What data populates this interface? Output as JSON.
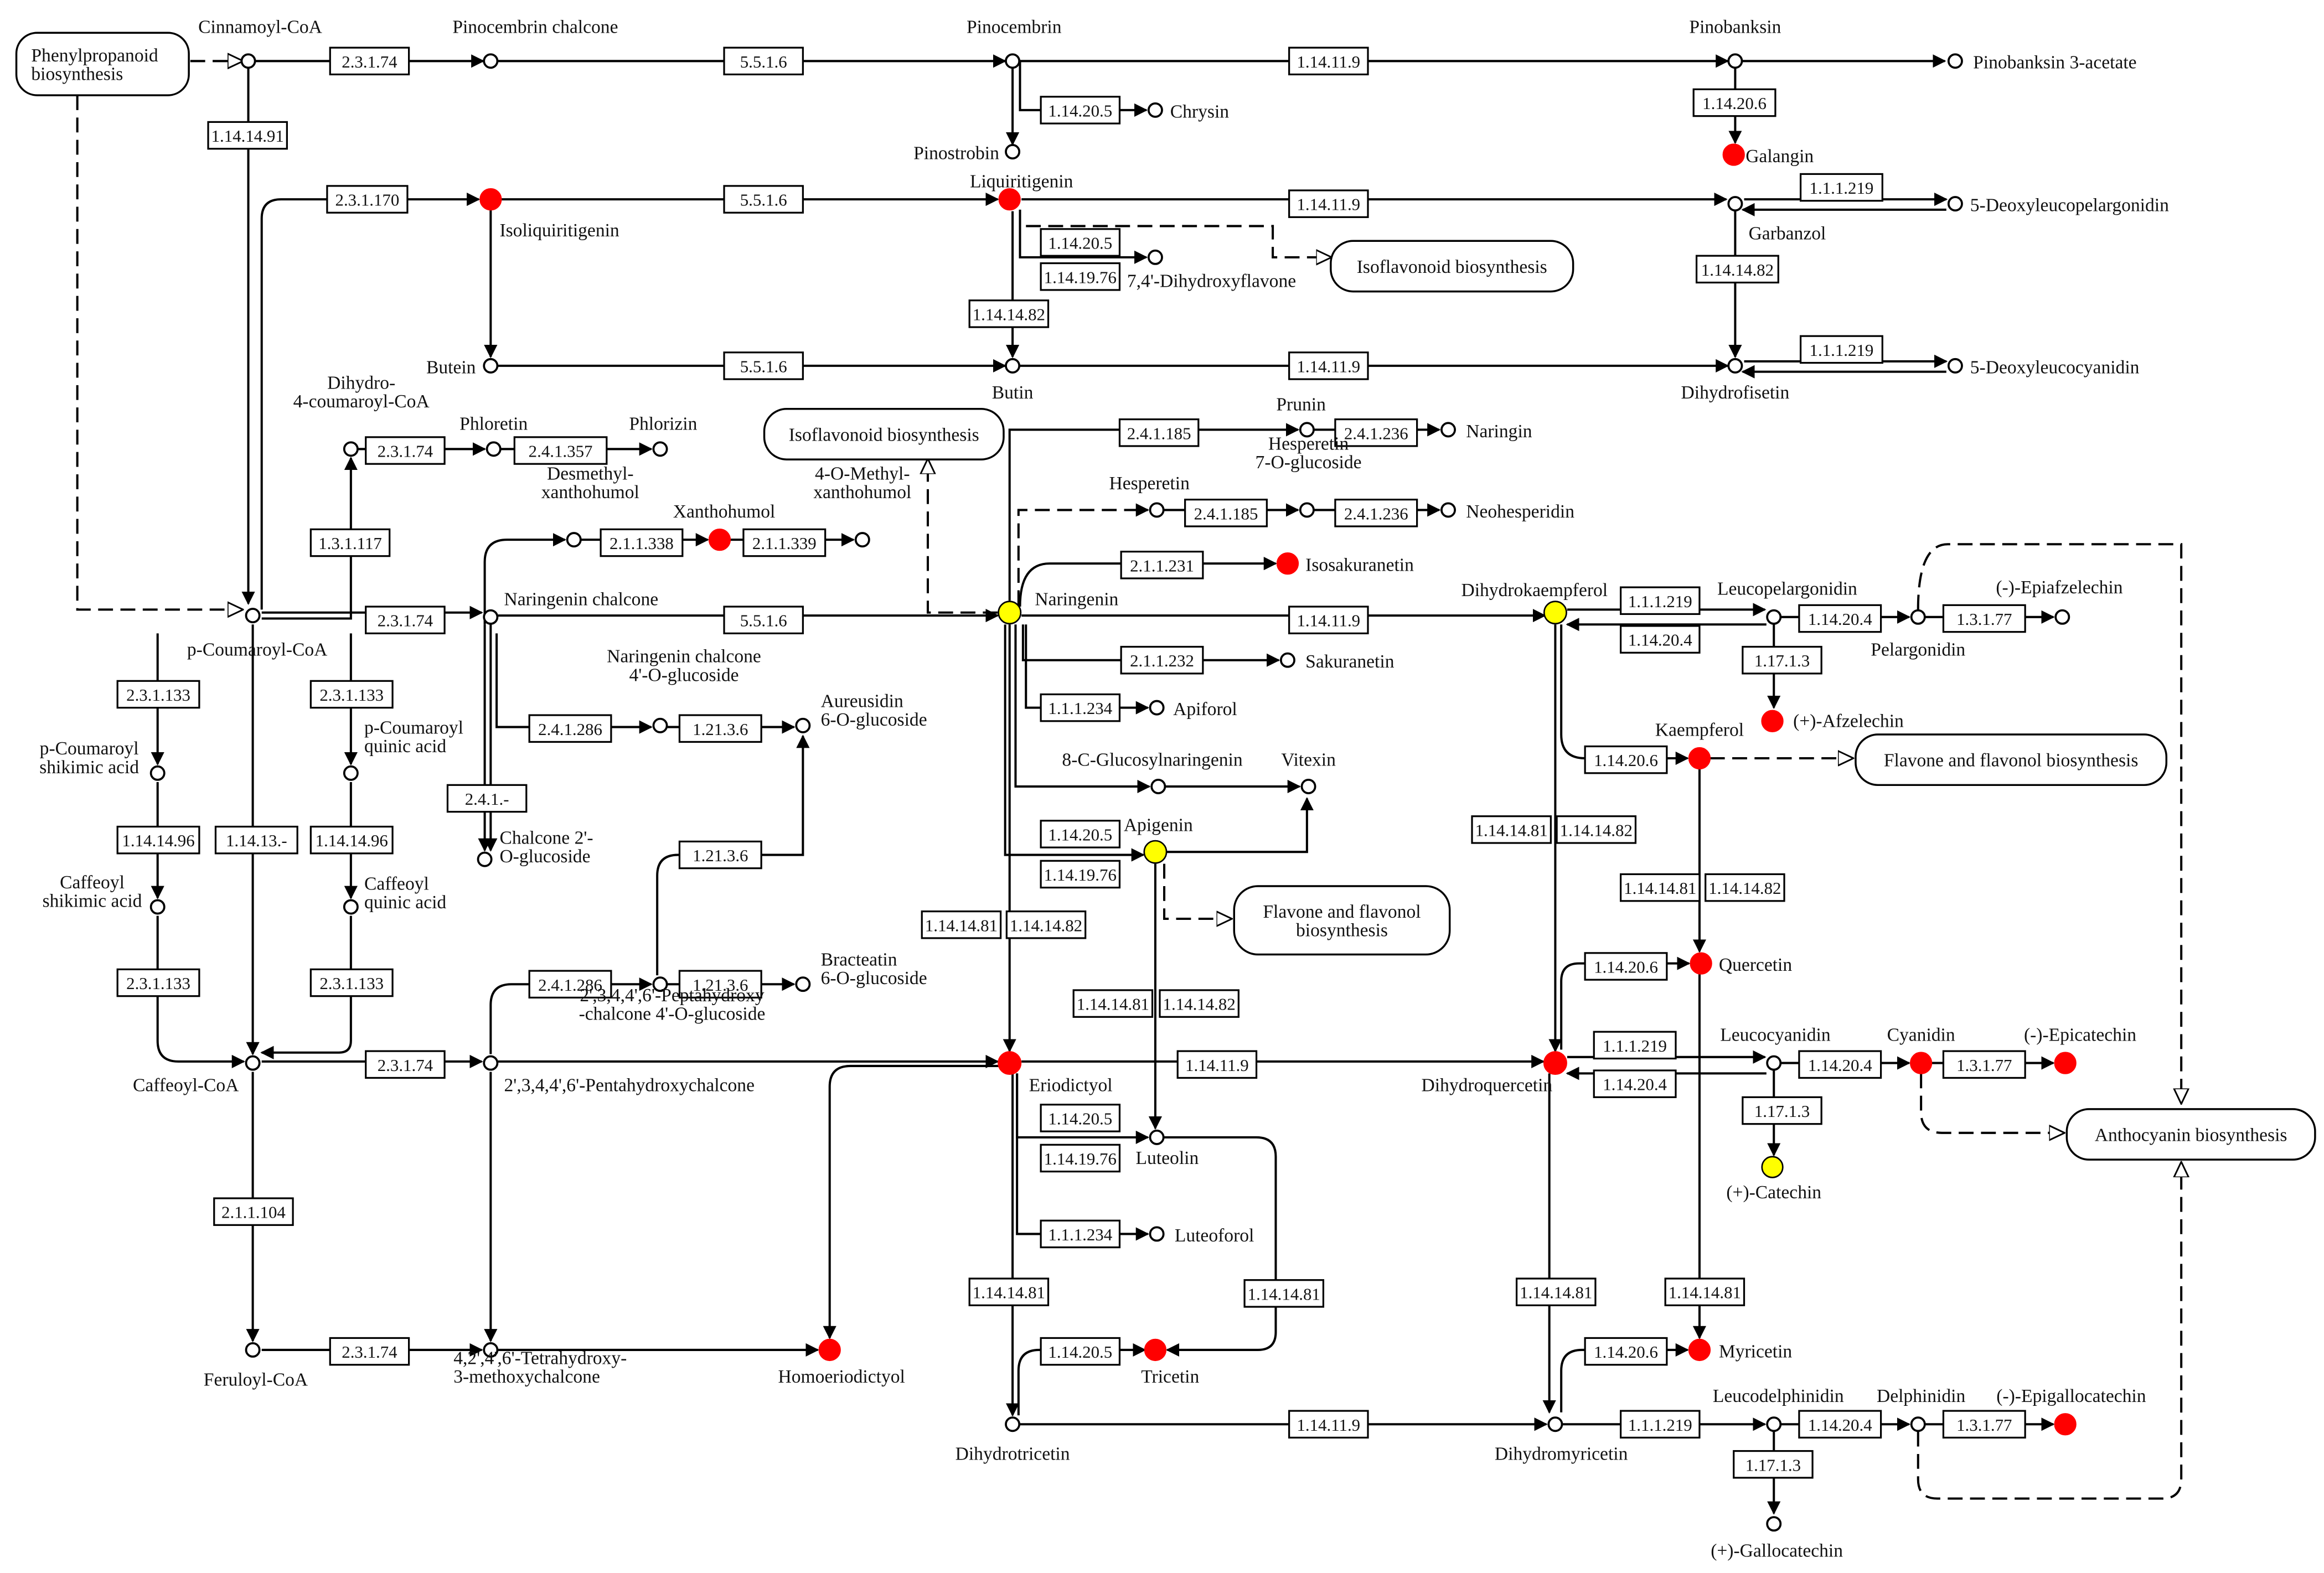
{
  "colors": {
    "background": "#ffffff",
    "line": "#000000",
    "hit_red": "#ff0000",
    "hit_yellow": "#ffff00",
    "open_node": "#ffffff"
  },
  "pathways": [
    {
      "id": "pw_phenyl",
      "text": "Phenylpropanoid\nbiosynthesis"
    },
    {
      "id": "pw_iso1",
      "text": "Isoflavonoid biosynthesis"
    },
    {
      "id": "pw_iso2",
      "text": "Isoflavonoid biosynthesis"
    },
    {
      "id": "pw_flav1",
      "text": "Flavone and flavonol\nbiosynthesis"
    },
    {
      "id": "pw_flav2",
      "text": "Flavone and flavonol biosynthesis"
    },
    {
      "id": "pw_antho",
      "text": "Anthocyanin biosynthesis"
    }
  ],
  "compounds": [
    {
      "id": "cinnamoyl",
      "label": "Cinnamoyl-CoA",
      "state": "none"
    },
    {
      "id": "pinocembrin_chalcone",
      "label": "Pinocembrin chalcone",
      "state": "none"
    },
    {
      "id": "pinocembrin",
      "label": "Pinocembrin",
      "state": "none"
    },
    {
      "id": "pinobanksin",
      "label": "Pinobanksin",
      "state": "none"
    },
    {
      "id": "pinobanksin_acetate",
      "label": "Pinobanksin 3-acetate",
      "state": "none"
    },
    {
      "id": "chrysin",
      "label": "Chrysin",
      "state": "none"
    },
    {
      "id": "pinostrobin",
      "label": "Pinostrobin",
      "state": "none"
    },
    {
      "id": "galangin",
      "label": "Galangin",
      "state": "red"
    },
    {
      "id": "isoliquiritigenin",
      "label": "Isoliquiritigenin",
      "state": "red"
    },
    {
      "id": "liquiritigenin",
      "label": "Liquiritigenin",
      "state": "red"
    },
    {
      "id": "dihydroxyflavone",
      "label": "7,4'-Dihydroxyflavone",
      "state": "none"
    },
    {
      "id": "garbanzol",
      "label": "Garbanzol",
      "state": "none"
    },
    {
      "id": "deoxyleucopel",
      "label": "5-Deoxyleucopelargonidin",
      "state": "none"
    },
    {
      "id": "butein",
      "label": "Butein",
      "state": "none"
    },
    {
      "id": "butin",
      "label": "Butin",
      "state": "none"
    },
    {
      "id": "dihydrofisetin",
      "label": "Dihydrofisetin",
      "state": "none"
    },
    {
      "id": "deoxyleucocy",
      "label": "5-Deoxyleucocyanidin",
      "state": "none"
    },
    {
      "id": "dihydrocoumaroyl",
      "label": "Dihydro-\n4-coumaroyl-CoA",
      "state": "none"
    },
    {
      "id": "phloretin",
      "label": "Phloretin",
      "state": "none"
    },
    {
      "id": "phlorizin",
      "label": "Phlorizin",
      "state": "none"
    },
    {
      "id": "prunin",
      "label": "Prunin",
      "state": "none"
    },
    {
      "id": "naringin",
      "label": "Naringin",
      "state": "none"
    },
    {
      "id": "hesperetin",
      "label": "Hesperetin",
      "state": "none"
    },
    {
      "id": "hesperetin7g",
      "label": "Hesperetin\n7-O-glucoside",
      "state": "none"
    },
    {
      "id": "neohesperidin",
      "label": "Neohesperidin",
      "state": "none"
    },
    {
      "id": "desmethylxantho",
      "label": "Desmethyl-\nxanthohumol",
      "state": "none"
    },
    {
      "id": "xanthohumol",
      "label": "Xanthohumol",
      "state": "red"
    },
    {
      "id": "omethylxantho",
      "label": "4-O-Methyl-\nxanthohumol",
      "state": "none"
    },
    {
      "id": "isosakuranetin",
      "label": "Isosakuranetin",
      "state": "red"
    },
    {
      "id": "naringenin",
      "label": "Naringenin",
      "state": "yellow"
    },
    {
      "id": "naringenin_chalcone",
      "label": "Naringenin chalcone",
      "state": "none"
    },
    {
      "id": "coumaroylcoa",
      "label": "p-Coumaroyl-CoA",
      "state": "none"
    },
    {
      "id": "sakuranetin",
      "label": "Sakuranetin",
      "state": "none"
    },
    {
      "id": "apiforol",
      "label": "Apiforol",
      "state": "none"
    },
    {
      "id": "dihydrokaempferol",
      "label": "Dihydrokaempferol",
      "state": "yellow"
    },
    {
      "id": "leucopelargonidin",
      "label": "Leucopelargonidin",
      "state": "none"
    },
    {
      "id": "pelargonidin",
      "label": "Pelargonidin",
      "state": "none"
    },
    {
      "id": "epiafzelechin",
      "label": "(-)-Epiafzelechin",
      "state": "none"
    },
    {
      "id": "afzelechin",
      "label": "(+)-Afzelechin",
      "state": "red"
    },
    {
      "id": "kaempferol",
      "label": "Kaempferol",
      "state": "red"
    },
    {
      "id": "coumaroyl_shikimic",
      "label": "p-Coumaroyl\nshikimic acid",
      "state": "none"
    },
    {
      "id": "coumaroyl_quinic",
      "label": "p-Coumaroyl\nquinic acid",
      "state": "none"
    },
    {
      "id": "ncg",
      "label": "Naringenin chalcone\n4'-O-glucoside",
      "state": "none"
    },
    {
      "id": "aureusidin",
      "label": "Aureusidin\n6-O-glucoside",
      "state": "none"
    },
    {
      "id": "glucosylnaringenin",
      "label": "8-C-Glucosylnaringenin",
      "state": "none"
    },
    {
      "id": "vitexin",
      "label": "Vitexin",
      "state": "none"
    },
    {
      "id": "chalcone2",
      "label": "Chalcone 2'-\nO-glucoside",
      "state": "none"
    },
    {
      "id": "apigenin",
      "label": "Apigenin",
      "state": "yellow"
    },
    {
      "id": "caffeoyl_shikimic",
      "label": "Caffeoyl\nshikimic acid",
      "state": "none"
    },
    {
      "id": "caffeoyl_quinic",
      "label": "Caffeoyl\nquinic acid",
      "state": "none"
    },
    {
      "id": "quercetin",
      "label": "Quercetin",
      "state": "red"
    },
    {
      "id": "bracteatin",
      "label": "Bracteatin\n6-O-glucoside",
      "state": "none"
    },
    {
      "id": "peptahydroxy",
      "label": "2',3,4,4',6'-Peptahydroxy\n-chalcone 4'-O-glucoside",
      "state": "none"
    },
    {
      "id": "leucocyanidin",
      "label": "Leucocyanidin",
      "state": "none"
    },
    {
      "id": "cyanidin",
      "label": "Cyanidin",
      "state": "red"
    },
    {
      "id": "epicatechin",
      "label": "(-)-Epicatechin",
      "state": "red"
    },
    {
      "id": "caffeoylcoa",
      "label": "Caffeoyl-CoA",
      "state": "none"
    },
    {
      "id": "pentahydroxy",
      "label": "2',3,4,4',6'-Pentahydroxychalcone",
      "state": "none"
    },
    {
      "id": "eriodictyol",
      "label": "Eriodictyol",
      "state": "red"
    },
    {
      "id": "dihydroquercetin",
      "label": "Dihydroquercetin",
      "state": "red"
    },
    {
      "id": "luteolin",
      "label": "Luteolin",
      "state": "none"
    },
    {
      "id": "catechin",
      "label": "(+)-Catechin",
      "state": "yellow"
    },
    {
      "id": "luteoforol",
      "label": "Luteoforol",
      "state": "none"
    },
    {
      "id": "feruloyl",
      "label": "Feruloyl-CoA",
      "state": "none"
    },
    {
      "id": "tetrahydroxy",
      "label": "4,2',4',6'-Tetrahydroxy-\n3-methoxychalcone",
      "state": "none"
    },
    {
      "id": "homoeriodictyol",
      "label": "Homoeriodictyol",
      "state": "red"
    },
    {
      "id": "tricetin",
      "label": "Tricetin",
      "state": "red"
    },
    {
      "id": "myricetin",
      "label": "Myricetin",
      "state": "red"
    },
    {
      "id": "dihydrotricetin",
      "label": "Dihydrotricetin",
      "state": "none"
    },
    {
      "id": "dihydromyricetin",
      "label": "Dihydromyricetin",
      "state": "none"
    },
    {
      "id": "leucodelphinidin",
      "label": "Leucodelphinidin",
      "state": "none"
    },
    {
      "id": "delphinidin",
      "label": "Delphinidin",
      "state": "none"
    },
    {
      "id": "epigallocatechin",
      "label": "(-)-Epigallocatechin",
      "state": "red"
    },
    {
      "id": "gallocatechin",
      "label": "(+)-Gallocatechin",
      "state": "none"
    }
  ],
  "enzymes": [
    {
      "id": "e1",
      "ec": "2.3.1.74"
    },
    {
      "id": "e2",
      "ec": "5.5.1.6"
    },
    {
      "id": "e3",
      "ec": "1.14.11.9"
    },
    {
      "id": "e4",
      "ec": "1.14.20.5"
    },
    {
      "id": "e5",
      "ec": "1.14.20.6"
    },
    {
      "id": "e6",
      "ec": "1.14.14.91"
    },
    {
      "id": "e7",
      "ec": "2.3.1.170"
    },
    {
      "id": "e8",
      "ec": "5.5.1.6"
    },
    {
      "id": "e9",
      "ec": "1.14.11.9"
    },
    {
      "id": "e10",
      "ec": "1.1.1.219"
    },
    {
      "id": "e11",
      "ec": "1.14.20.5"
    },
    {
      "id": "e12",
      "ec": "1.14.19.76"
    },
    {
      "id": "e13",
      "ec": "1.14.14.82"
    },
    {
      "id": "e14",
      "ec": "1.14.14.82"
    },
    {
      "id": "e15",
      "ec": "5.5.1.6"
    },
    {
      "id": "e16",
      "ec": "1.14.11.9"
    },
    {
      "id": "e17",
      "ec": "1.1.1.219"
    },
    {
      "id": "e18",
      "ec": "2.3.1.74"
    },
    {
      "id": "e19",
      "ec": "2.4.1.357"
    },
    {
      "id": "e20",
      "ec": "2.4.1.185"
    },
    {
      "id": "e21",
      "ec": "2.4.1.236"
    },
    {
      "id": "e22",
      "ec": "2.4.1.185"
    },
    {
      "id": "e23",
      "ec": "2.4.1.236"
    },
    {
      "id": "e24",
      "ec": "1.3.1.117"
    },
    {
      "id": "e25",
      "ec": "2.1.1.338"
    },
    {
      "id": "e26",
      "ec": "2.1.1.339"
    },
    {
      "id": "e27",
      "ec": "2.1.1.231"
    },
    {
      "id": "e28",
      "ec": "2.3.1.74"
    },
    {
      "id": "e29",
      "ec": "5.5.1.6"
    },
    {
      "id": "e30",
      "ec": "1.14.11.9"
    },
    {
      "id": "e31",
      "ec": "1.1.1.219"
    },
    {
      "id": "e32",
      "ec": "1.14.20.4"
    },
    {
      "id": "e33",
      "ec": "1.3.1.77"
    },
    {
      "id": "e34",
      "ec": "1.14.20.4"
    },
    {
      "id": "e35",
      "ec": "2.1.1.232"
    },
    {
      "id": "e36",
      "ec": "1.17.1.3"
    },
    {
      "id": "e37",
      "ec": "2.3.1.133"
    },
    {
      "id": "e38",
      "ec": "2.3.1.133"
    },
    {
      "id": "e39",
      "ec": "1.1.1.234"
    },
    {
      "id": "e40",
      "ec": "2.4.1.286"
    },
    {
      "id": "e41",
      "ec": "1.21.3.6"
    },
    {
      "id": "e42",
      "ec": "1.14.20.6"
    },
    {
      "id": "e43",
      "ec": "2.4.1.-"
    },
    {
      "id": "e44",
      "ec": "1.14.14.96"
    },
    {
      "id": "e45",
      "ec": "1.14.13.-"
    },
    {
      "id": "e46",
      "ec": "1.14.14.96"
    },
    {
      "id": "e47",
      "ec": "1.21.3.6"
    },
    {
      "id": "e48",
      "ec": "1.14.20.5"
    },
    {
      "id": "e49",
      "ec": "1.14.19.76"
    },
    {
      "id": "e50",
      "ec": "1.14.14.81"
    },
    {
      "id": "e51",
      "ec": "1.14.14.82"
    },
    {
      "id": "e52",
      "ec": "1.14.14.81"
    },
    {
      "id": "e53",
      "ec": "1.14.14.82"
    },
    {
      "id": "e54",
      "ec": "1.14.14.81"
    },
    {
      "id": "e55",
      "ec": "1.14.14.82"
    },
    {
      "id": "e56",
      "ec": "2.3.1.133"
    },
    {
      "id": "e57",
      "ec": "2.3.1.133"
    },
    {
      "id": "e58",
      "ec": "2.4.1.286"
    },
    {
      "id": "e59",
      "ec": "1.21.3.6"
    },
    {
      "id": "e60",
      "ec": "1.14.20.6"
    },
    {
      "id": "e61",
      "ec": "1.14.14.81"
    },
    {
      "id": "e62",
      "ec": "1.14.14.82"
    },
    {
      "id": "e63",
      "ec": "1.1.1.219"
    },
    {
      "id": "e64",
      "ec": "1.14.20.4"
    },
    {
      "id": "e65",
      "ec": "1.14.20.4"
    },
    {
      "id": "e66",
      "ec": "1.3.1.77"
    },
    {
      "id": "e67",
      "ec": "2.3.1.74"
    },
    {
      "id": "e68",
      "ec": "1.14.11.9"
    },
    {
      "id": "e69",
      "ec": "1.14.20.5"
    },
    {
      "id": "e70",
      "ec": "1.14.19.76"
    },
    {
      "id": "e71",
      "ec": "1.17.1.3"
    },
    {
      "id": "e72",
      "ec": "2.1.1.104"
    },
    {
      "id": "e73",
      "ec": "1.1.1.234"
    },
    {
      "id": "e74",
      "ec": "1.14.14.81"
    },
    {
      "id": "e75",
      "ec": "2.3.1.74"
    },
    {
      "id": "e76",
      "ec": "1.14.14.81"
    },
    {
      "id": "e77",
      "ec": "1.14.20.5"
    },
    {
      "id": "e78",
      "ec": "1.14.14.81"
    },
    {
      "id": "e79",
      "ec": "1.14.14.81"
    },
    {
      "id": "e80",
      "ec": "1.14.20.6"
    },
    {
      "id": "e81",
      "ec": "1.14.11.9"
    },
    {
      "id": "e82",
      "ec": "1.1.1.219"
    },
    {
      "id": "e83",
      "ec": "1.14.20.4"
    },
    {
      "id": "e84",
      "ec": "1.3.1.77"
    },
    {
      "id": "e85",
      "ec": "1.17.1.3"
    }
  ]
}
